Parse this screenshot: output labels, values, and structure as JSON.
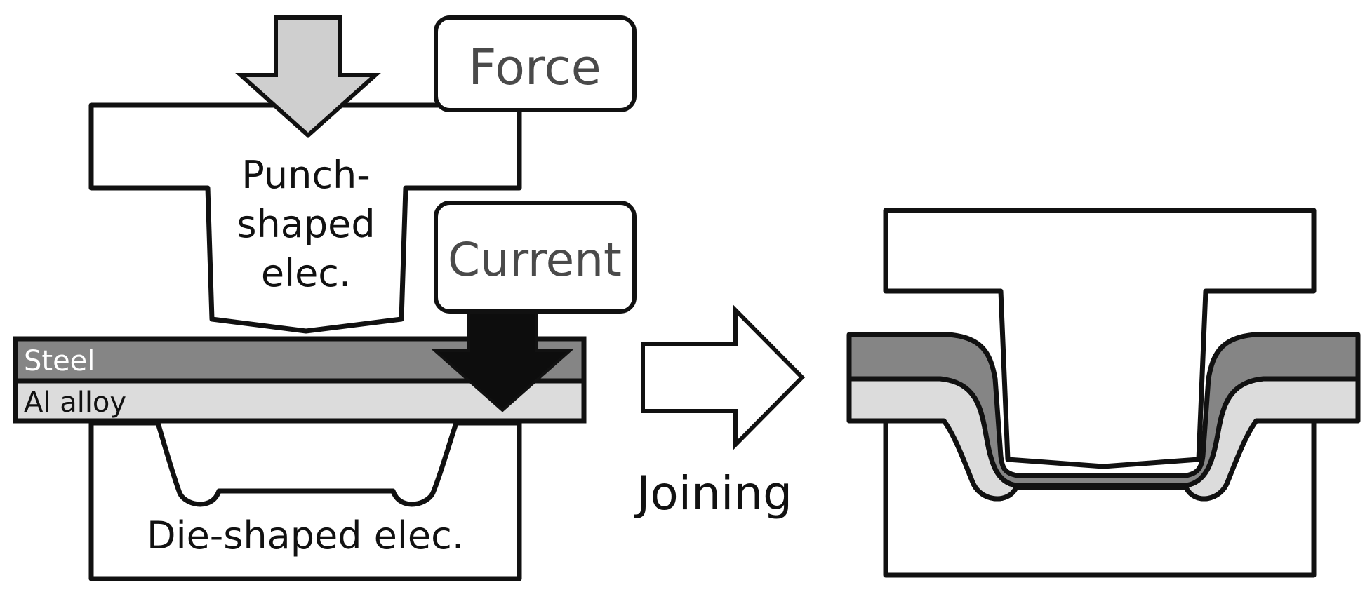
{
  "labels": {
    "force": "Force",
    "current": "Current",
    "punch_line1": "Punch-",
    "punch_line2": "shaped",
    "punch_line3": "elec.",
    "steel": "Steel",
    "al_alloy": "Al alloy",
    "die": "Die-shaped elec.",
    "joining": "Joining"
  },
  "colors": {
    "steel": "#858585",
    "al_alloy": "#dcdcdc",
    "force_arrow": "#cfcfcf",
    "current_arrow": "#0d0d0d",
    "outline": "#111111",
    "label_box_text": "#4a4a4a"
  }
}
